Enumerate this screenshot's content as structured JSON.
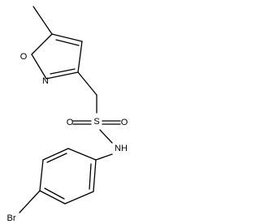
{
  "molecule": {
    "atoms": {
      "oxygen_ring": "O",
      "nitrogen_ring": "N",
      "sulfur": "S",
      "oxygen_sulfonyl_left": "O",
      "oxygen_sulfonyl_right": "O",
      "amine": "NH",
      "bromine": "Br"
    }
  },
  "colors": {
    "bond": "#000000",
    "text": "#000000",
    "background": "#ffffff"
  }
}
